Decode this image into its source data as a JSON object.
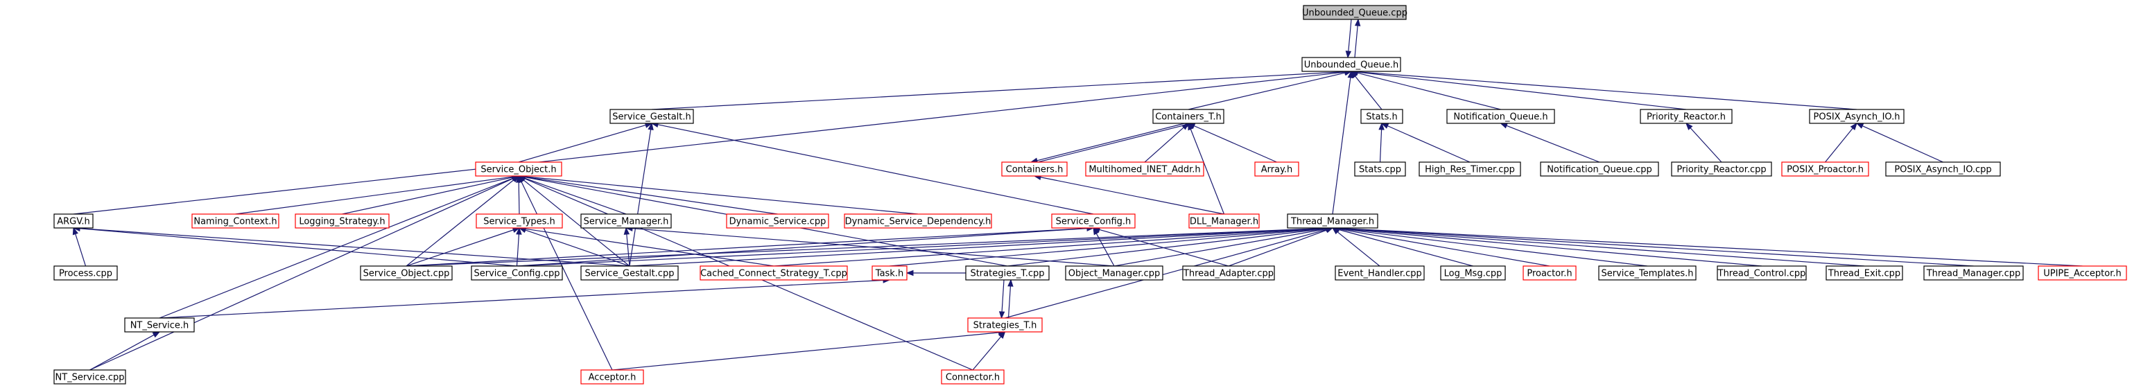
{
  "colors": {
    "edge": "#191970",
    "normal_border": "#000000",
    "missing_border": "#ff0000",
    "root_fill": "#bfbfbf",
    "node_fill": "#ffffff"
  },
  "nodes": [
    {
      "id": "n_ubq_cpp",
      "label": "Unbounded_Queue.cpp",
      "style": "root"
    },
    {
      "id": "n_ubq_h",
      "label": "Unbounded_Queue.h",
      "style": "normal"
    },
    {
      "id": "n_gestalt_h",
      "label": "Service_Gestalt.h",
      "style": "normal"
    },
    {
      "id": "n_contT_h",
      "label": "Containers_T.h",
      "style": "normal"
    },
    {
      "id": "n_stats_h",
      "label": "Stats.h",
      "style": "normal"
    },
    {
      "id": "n_notq_h",
      "label": "Notification_Queue.h",
      "style": "normal"
    },
    {
      "id": "n_prio_h",
      "label": "Priority_Reactor.h",
      "style": "normal"
    },
    {
      "id": "n_posix_h",
      "label": "POSIX_Asynch_IO.h",
      "style": "normal"
    },
    {
      "id": "n_sobj_h",
      "label": "Service_Object.h",
      "style": "missing"
    },
    {
      "id": "n_cont_h",
      "label": "Containers.h",
      "style": "missing"
    },
    {
      "id": "n_multi_h",
      "label": "Multihomed_INET_Addr.h",
      "style": "missing"
    },
    {
      "id": "n_array_h",
      "label": "Array.h",
      "style": "missing"
    },
    {
      "id": "n_stats_cpp",
      "label": "Stats.cpp",
      "style": "normal"
    },
    {
      "id": "n_hrt_cpp",
      "label": "High_Res_Timer.cpp",
      "style": "normal"
    },
    {
      "id": "n_notq_cpp",
      "label": "Notification_Queue.cpp",
      "style": "normal"
    },
    {
      "id": "n_prio_cpp",
      "label": "Priority_Reactor.cpp",
      "style": "normal"
    },
    {
      "id": "n_pproactor_h",
      "label": "POSIX_Proactor.h",
      "style": "missing"
    },
    {
      "id": "n_posix_cpp",
      "label": "POSIX_Asynch_IO.cpp",
      "style": "normal"
    },
    {
      "id": "n_argv_h",
      "label": "ARGV.h",
      "style": "normal"
    },
    {
      "id": "n_naming_h",
      "label": "Naming_Context.h",
      "style": "missing"
    },
    {
      "id": "n_logstrat_h",
      "label": "Logging_Strategy.h",
      "style": "missing"
    },
    {
      "id": "n_stypes_h",
      "label": "Service_Types.h",
      "style": "missing"
    },
    {
      "id": "n_smgr_h",
      "label": "Service_Manager.h",
      "style": "normal"
    },
    {
      "id": "n_dynsvc_cpp",
      "label": "Dynamic_Service.cpp",
      "style": "missing"
    },
    {
      "id": "n_dyndep_h",
      "label": "Dynamic_Service_Dependency.h",
      "style": "missing"
    },
    {
      "id": "n_sconf_h",
      "label": "Service_Config.h",
      "style": "missing"
    },
    {
      "id": "n_dll_h",
      "label": "DLL_Manager.h",
      "style": "missing"
    },
    {
      "id": "n_thrmgr_h",
      "label": "Thread_Manager.h",
      "style": "normal"
    },
    {
      "id": "n_process_cpp",
      "label": "Process.cpp",
      "style": "normal"
    },
    {
      "id": "n_sobj_cpp",
      "label": "Service_Object.cpp",
      "style": "normal"
    },
    {
      "id": "n_sconf_cpp",
      "label": "Service_Config.cpp",
      "style": "normal"
    },
    {
      "id": "n_sgest_cpp",
      "label": "Service_Gestalt.cpp",
      "style": "normal"
    },
    {
      "id": "n_ccs_cpp",
      "label": "Cached_Connect_Strategy_T.cpp",
      "style": "missing"
    },
    {
      "id": "n_task_h",
      "label": "Task.h",
      "style": "missing"
    },
    {
      "id": "n_stratT_cpp",
      "label": "Strategies_T.cpp",
      "style": "normal"
    },
    {
      "id": "n_objmgr_cpp",
      "label": "Object_Manager.cpp",
      "style": "normal"
    },
    {
      "id": "n_thradapt_cpp",
      "label": "Thread_Adapter.cpp",
      "style": "normal"
    },
    {
      "id": "n_evh_cpp",
      "label": "Event_Handler.cpp",
      "style": "normal"
    },
    {
      "id": "n_logmsg_cpp",
      "label": "Log_Msg.cpp",
      "style": "normal"
    },
    {
      "id": "n_proactor_h",
      "label": "Proactor.h",
      "style": "missing"
    },
    {
      "id": "n_svctmpl_h",
      "label": "Service_Templates.h",
      "style": "normal"
    },
    {
      "id": "n_thrctl_cpp",
      "label": "Thread_Control.cpp",
      "style": "normal"
    },
    {
      "id": "n_threxit_cpp",
      "label": "Thread_Exit.cpp",
      "style": "normal"
    },
    {
      "id": "n_thrmgr_cpp",
      "label": "Thread_Manager.cpp",
      "style": "normal"
    },
    {
      "id": "n_upipe_h",
      "label": "UPIPE_Acceptor.h",
      "style": "missing"
    },
    {
      "id": "n_ntsvc_h",
      "label": "NT_Service.h",
      "style": "normal"
    },
    {
      "id": "n_stratT_h",
      "label": "Strategies_T.h",
      "style": "missing"
    },
    {
      "id": "n_ntsvc_cpp",
      "label": "NT_Service.cpp",
      "style": "normal"
    },
    {
      "id": "n_acceptor_h",
      "label": "Acceptor.h",
      "style": "missing"
    },
    {
      "id": "n_connector_h",
      "label": "Connector.h",
      "style": "missing"
    }
  ],
  "edges": [
    [
      "n_ubq_h",
      "n_ubq_cpp"
    ],
    [
      "n_ubq_cpp",
      "n_ubq_h"
    ],
    [
      "n_gestalt_h",
      "n_ubq_h"
    ],
    [
      "n_contT_h",
      "n_ubq_h"
    ],
    [
      "n_stats_h",
      "n_ubq_h"
    ],
    [
      "n_notq_h",
      "n_ubq_h"
    ],
    [
      "n_prio_h",
      "n_ubq_h"
    ],
    [
      "n_posix_h",
      "n_ubq_h"
    ],
    [
      "n_thrmgr_h",
      "n_ubq_h"
    ],
    [
      "n_argv_h",
      "n_ubq_h"
    ],
    [
      "n_sobj_h",
      "n_gestalt_h"
    ],
    [
      "n_sconf_h",
      "n_gestalt_h"
    ],
    [
      "n_sgest_cpp",
      "n_gestalt_h"
    ],
    [
      "n_cont_h",
      "n_contT_h"
    ],
    [
      "n_contT_h",
      "n_cont_h"
    ],
    [
      "n_multi_h",
      "n_contT_h"
    ],
    [
      "n_array_h",
      "n_contT_h"
    ],
    [
      "n_dll_h",
      "n_contT_h"
    ],
    [
      "n_stats_cpp",
      "n_stats_h"
    ],
    [
      "n_hrt_cpp",
      "n_stats_h"
    ],
    [
      "n_notq_cpp",
      "n_notq_h"
    ],
    [
      "n_prio_cpp",
      "n_prio_h"
    ],
    [
      "n_pproactor_h",
      "n_posix_h"
    ],
    [
      "n_posix_cpp",
      "n_posix_h"
    ],
    [
      "n_naming_h",
      "n_sobj_h"
    ],
    [
      "n_logstrat_h",
      "n_sobj_h"
    ],
    [
      "n_stypes_h",
      "n_sobj_h"
    ],
    [
      "n_smgr_h",
      "n_sobj_h"
    ],
    [
      "n_dynsvc_cpp",
      "n_sobj_h"
    ],
    [
      "n_dyndep_h",
      "n_sobj_h"
    ],
    [
      "n_sobj_cpp",
      "n_sobj_h"
    ],
    [
      "n_sgest_cpp",
      "n_sobj_h"
    ],
    [
      "n_stratT_cpp",
      "n_sobj_h"
    ],
    [
      "n_ntsvc_h",
      "n_sobj_h"
    ],
    [
      "n_acceptor_h",
      "n_sobj_h"
    ],
    [
      "n_connector_h",
      "n_sobj_h"
    ],
    [
      "n_ntsvc_cpp",
      "n_sobj_h"
    ],
    [
      "n_dll_h",
      "n_cont_h"
    ],
    [
      "n_sobj_cpp",
      "n_sconf_h"
    ],
    [
      "n_sconf_cpp",
      "n_sconf_h"
    ],
    [
      "n_objmgr_cpp",
      "n_sconf_h"
    ],
    [
      "n_thradapt_cpp",
      "n_sconf_h"
    ],
    [
      "n_process_cpp",
      "n_argv_h"
    ],
    [
      "n_sconf_cpp",
      "n_argv_h"
    ],
    [
      "n_sgest_cpp",
      "n_argv_h"
    ],
    [
      "n_sobj_cpp",
      "n_stypes_h"
    ],
    [
      "n_sconf_cpp",
      "n_stypes_h"
    ],
    [
      "n_sgest_cpp",
      "n_stypes_h"
    ],
    [
      "n_ccs_cpp",
      "n_stypes_h"
    ],
    [
      "n_sgest_cpp",
      "n_smgr_h"
    ],
    [
      "n_objmgr_cpp",
      "n_smgr_h"
    ],
    [
      "n_sobj_cpp",
      "n_thrmgr_h"
    ],
    [
      "n_sconf_cpp",
      "n_thrmgr_h"
    ],
    [
      "n_sgest_cpp",
      "n_thrmgr_h"
    ],
    [
      "n_ccs_cpp",
      "n_thrmgr_h"
    ],
    [
      "n_task_h",
      "n_thrmgr_h"
    ],
    [
      "n_stratT_cpp",
      "n_thrmgr_h"
    ],
    [
      "n_objmgr_cpp",
      "n_thrmgr_h"
    ],
    [
      "n_thradapt_cpp",
      "n_thrmgr_h"
    ],
    [
      "n_evh_cpp",
      "n_thrmgr_h"
    ],
    [
      "n_logmsg_cpp",
      "n_thrmgr_h"
    ],
    [
      "n_proactor_h",
      "n_thrmgr_h"
    ],
    [
      "n_svctmpl_h",
      "n_thrmgr_h"
    ],
    [
      "n_thrctl_cpp",
      "n_thrmgr_h"
    ],
    [
      "n_threxit_cpp",
      "n_thrmgr_h"
    ],
    [
      "n_thrmgr_cpp",
      "n_thrmgr_h"
    ],
    [
      "n_upipe_h",
      "n_thrmgr_h"
    ],
    [
      "n_stratT_h",
      "n_thrmgr_h"
    ],
    [
      "n_ntsvc_h",
      "n_task_h"
    ],
    [
      "n_ntsvc_cpp",
      "n_ntsvc_h"
    ],
    [
      "n_stratT_h",
      "n_stratT_cpp"
    ],
    [
      "n_stratT_cpp",
      "n_stratT_h"
    ],
    [
      "n_acceptor_h",
      "n_stratT_h"
    ],
    [
      "n_connector_h",
      "n_stratT_h"
    ],
    [
      "n_stratT_cpp",
      "n_task_h"
    ]
  ]
}
